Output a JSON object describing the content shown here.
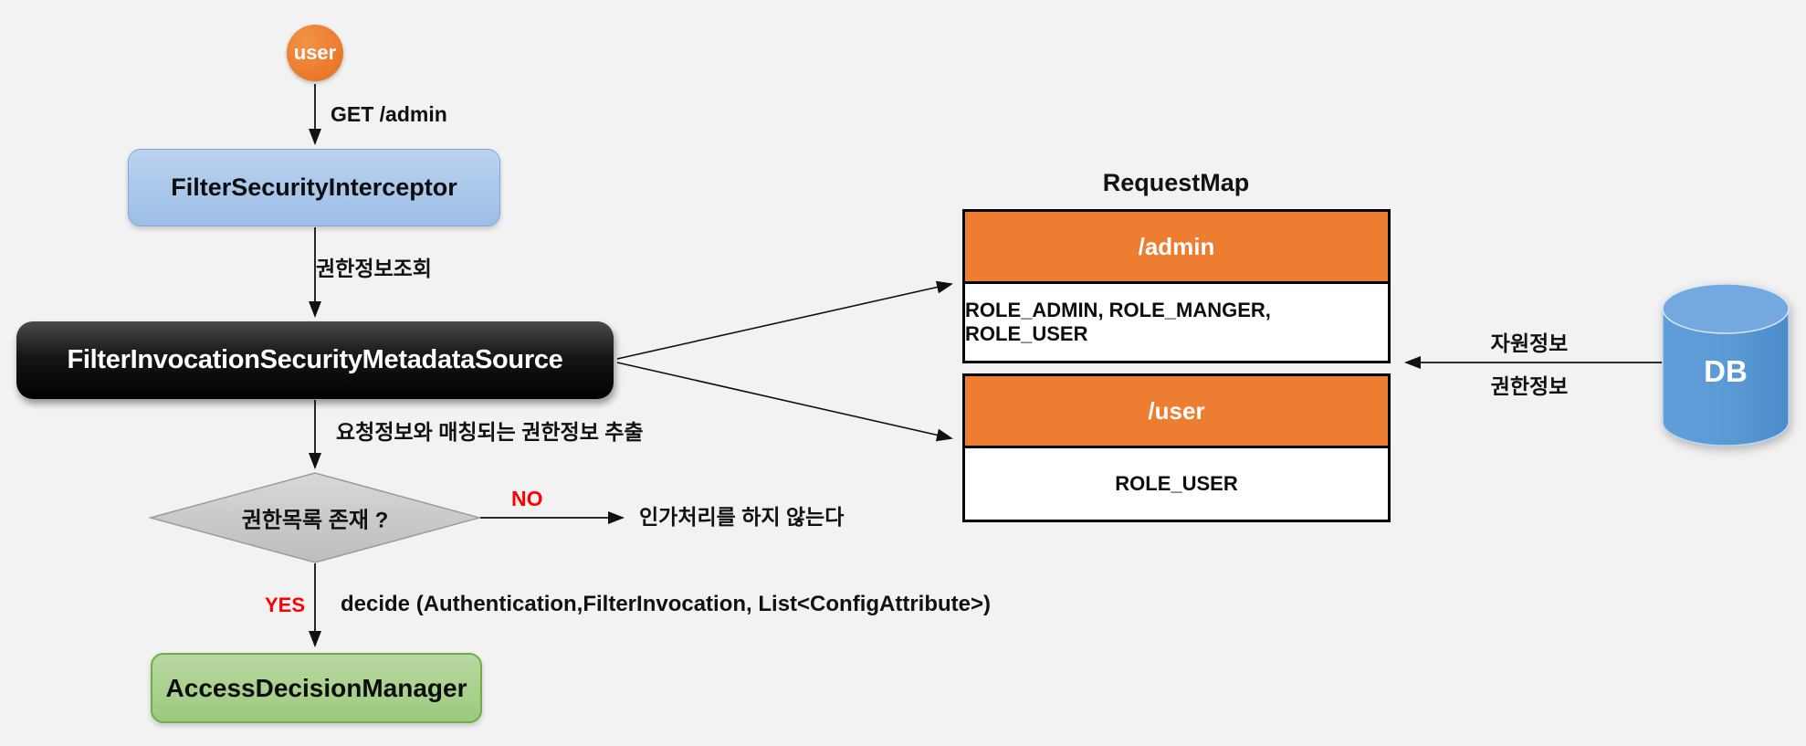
{
  "background": "#F2F2F2",
  "colors": {
    "accent_orange": "#ED7D31",
    "box_blue_fill": "#A9C7EA",
    "box_blue_border": "#7FA8D9",
    "box_black_fill": "#000000",
    "box_green_fill": "#A9D18E",
    "box_green_border": "#70AD47",
    "diamond_gray_fill": "#CBCBCB",
    "db_blue": "#5B9BD5",
    "decision_label_red": "#FF0000",
    "table_border": "#000000"
  },
  "nodes": {
    "user": {
      "label": "user"
    },
    "filter_security_interceptor": {
      "label": "FilterSecurityInterceptor"
    },
    "filter_invocation_security_metadata_source": {
      "label": "FilterInvocationSecurityMetadataSource"
    },
    "permission_list_decision": {
      "label": "권한목록 존재 ?"
    },
    "access_decision_manager": {
      "label": "AccessDecisionManager"
    },
    "db": {
      "label": "DB"
    }
  },
  "edges": {
    "request": {
      "label": "GET /admin"
    },
    "permission_lookup": {
      "label": "권한정보조회"
    },
    "extract_permissions": {
      "label": "요청정보와 매칭되는 권한정보 추출"
    },
    "no": {
      "label": "NO"
    },
    "no_outcome": {
      "label": "인가처리를 하지 않는다"
    },
    "yes": {
      "label": "YES"
    },
    "decide_call": {
      "label": "decide (Authentication,FilterInvocation, List<ConfigAttribute>)"
    },
    "resource_info": {
      "label": "자원정보"
    },
    "permission_info": {
      "label": "권한정보"
    }
  },
  "request_map": {
    "title": "RequestMap",
    "entries": [
      {
        "path": "/admin",
        "roles": "ROLE_ADMIN, ROLE_MANGER, ROLE_USER"
      },
      {
        "path": "/user",
        "roles": "ROLE_USER"
      }
    ]
  }
}
